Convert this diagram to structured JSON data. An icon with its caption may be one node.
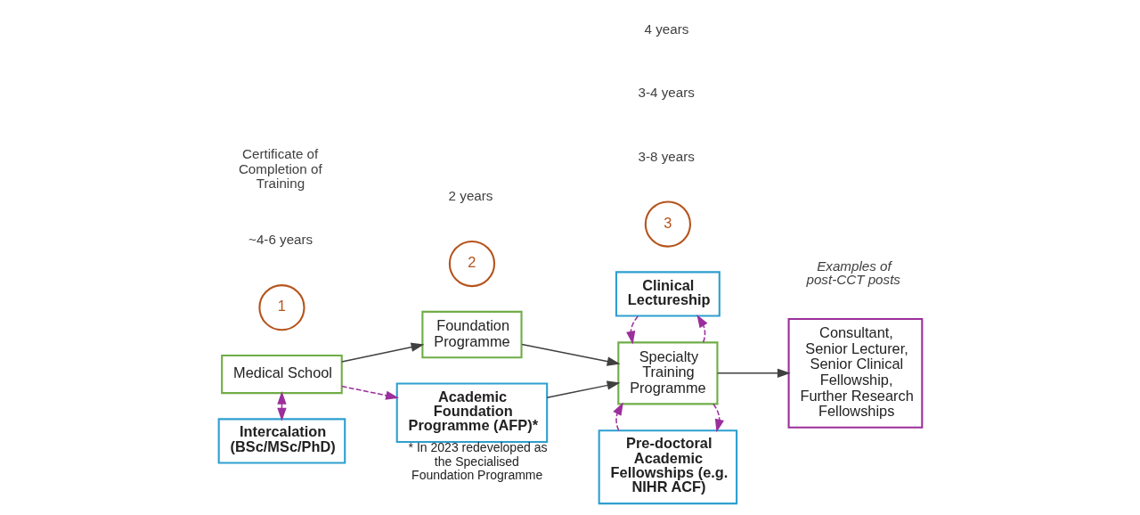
{
  "diagram": {
    "nodes": [
      {
        "text": [
          "Medical School"
        ]
      },
      {
        "text": [
          "Foundation Programme"
        ]
      },
      {
        "text": [
          "Specialty Training Programme"
        ]
      },
      {
        "text": [
          "Consultant, Senior Lecturer, Senior Clinical Fellowship, Further Research Fellowships"
        ]
      },
      {
        "text": [
          "Intercalation (BSc/MSc/PhD)"
        ]
      },
      {
        "text": [
          "Academic Foundation Programme (AFP)*"
        ],
        "beside": [
          "* In 2023 redeveloped as the Specialised Foundation Programme"
        ]
      },
      {
        "text": [
          "Pre-doctoral Academic Fellowships (e.g. NIHR ACF)"
        ]
      },
      {
        "text": [
          "Clinical Lectureship"
        ]
      },
      {
        "text": [
          "1"
        ]
      },
      {
        "text": [
          "2"
        ]
      },
      {
        "text": [
          "3"
        ]
      }
    ],
    "edges": [
      {
        "from": 0,
        "to": 1,
        "arrow": "to",
        "color": "#404040"
      },
      {
        "from": 1,
        "to": 2,
        "arrow": "to",
        "color": "#404040"
      },
      {
        "from": 0,
        "to": 5,
        "arrow": "to",
        "style": "dashed"
      },
      {
        "from": 5,
        "to": 2,
        "arrow": "to",
        "color": "#404040"
      },
      {
        "from": 2,
        "to": 3,
        "arrow": "to",
        "color": "#404040"
      },
      {
        "from": 0,
        "to": 4,
        "arrow": "both",
        "style": "dashed"
      },
      {
        "from": 2,
        "to": 6,
        "arrow": "to",
        "style": "dashed"
      },
      {
        "from": 6,
        "to": 2,
        "arrow": "to",
        "style": "dashed"
      },
      {
        "from": 2,
        "to": 7,
        "arrow": "to",
        "style": "dashed"
      },
      {
        "from": 7,
        "to": 2,
        "arrow": "to",
        "style": "dashed"
      }
    ],
    "labels": [
      "~4-6 years",
      "2 years",
      "3-8 years",
      "Certificate of Completion of Training",
      "3-4 years",
      "4 years",
      "Examples of post-CCT posts"
    ]
  }
}
